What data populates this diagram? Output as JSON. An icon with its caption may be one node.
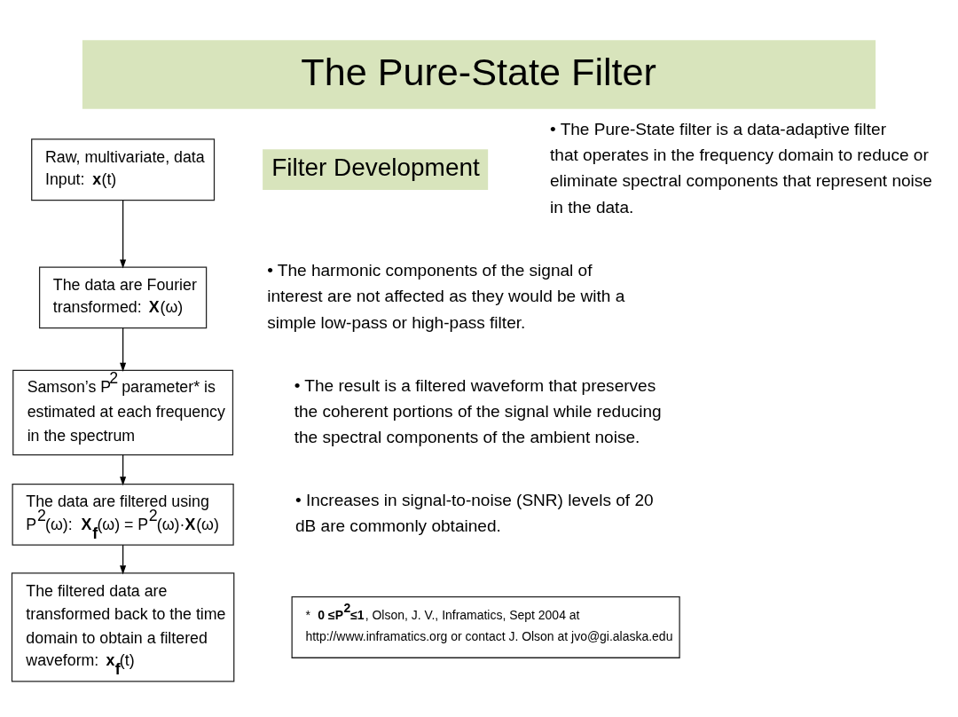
{
  "diagram": {
    "title": "The Pure-State Filter",
    "nodes": [
      {
        "text": [
          "Raw, multivariate, data Input: **x**(t)"
        ]
      },
      {
        "text": [
          "The data are Fourier transformed: **X**(ω)"
        ]
      },
      {
        "text": [
          "Samson’s P$^{2}$ parameter* is estimated at each frequency in the spectrum"
        ]
      },
      {
        "text": [
          "The data are filtered using P$^{2}$(ω): **X$_{f}$**(ω) = P$^{2}$(ω)·**X**(ω)"
        ]
      },
      {
        "text": [
          "The filtered data are transformed back to the time domain to obtain a filtered waveform: **x$_{f}$**(t)"
        ]
      }
    ],
    "edges": [
      {
        "from": 0,
        "to": 1,
        "arrow": "to"
      },
      {
        "from": 1,
        "to": 2,
        "arrow": "to"
      },
      {
        "from": 2,
        "to": 3,
        "arrow": "to"
      },
      {
        "from": 3,
        "to": 4,
        "arrow": "to"
      }
    ],
    "labels": [
      "Filter Development",
      "• The Pure-State filter is a data-adaptive filter that operates in the frequency domain to reduce or eliminate spectral components that represent noise in the data.",
      "• The harmonic components of the signal of interest are not affected as they would be with a simple low-pass or high-pass filter.",
      "• The result is a filtered waveform that preserves the coherent portions of the signal while reducing the spectral components of the ambient noise.",
      "• Increases in signal-to-noise (SNR) levels of 20 dB are commonly obtained.",
      "* **0 ≤P$^{2}$≤1**, Olson, J. V., Inframatics, Sept 2004 at http://www.inframatics.org or contact J. Olson at jvo@gi.alaska.edu"
    ]
  }
}
